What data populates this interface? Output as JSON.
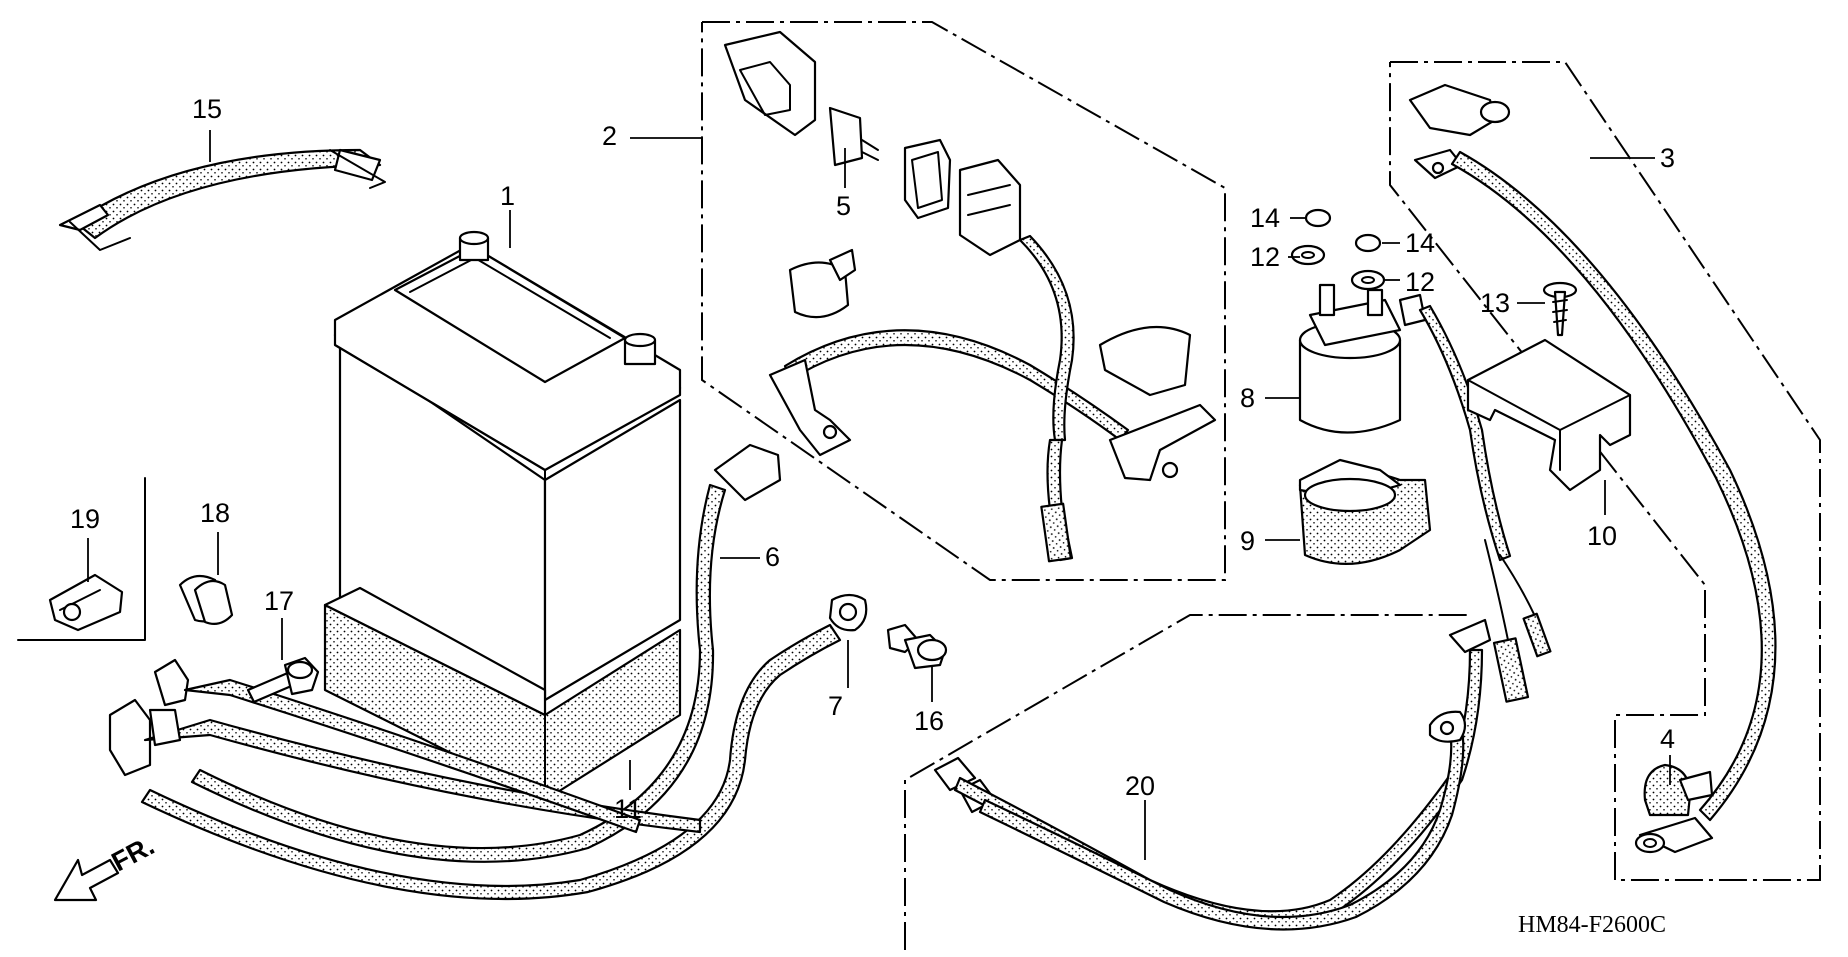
{
  "callouts": [
    {
      "id": "c1",
      "text": "1"
    },
    {
      "id": "c2",
      "text": "2"
    },
    {
      "id": "c3",
      "text": "3"
    },
    {
      "id": "c4",
      "text": "4"
    },
    {
      "id": "c5",
      "text": "5"
    },
    {
      "id": "c6",
      "text": "6"
    },
    {
      "id": "c7",
      "text": "7"
    },
    {
      "id": "c8",
      "text": "8"
    },
    {
      "id": "c9",
      "text": "9"
    },
    {
      "id": "c10",
      "text": "10"
    },
    {
      "id": "c11",
      "text": "11"
    },
    {
      "id": "c12a",
      "text": "12"
    },
    {
      "id": "c12b",
      "text": "12"
    },
    {
      "id": "c13",
      "text": "13"
    },
    {
      "id": "c14a",
      "text": "14"
    },
    {
      "id": "c14b",
      "text": "14"
    },
    {
      "id": "c15",
      "text": "15"
    },
    {
      "id": "c16",
      "text": "16"
    },
    {
      "id": "c17",
      "text": "17"
    },
    {
      "id": "c18",
      "text": "18"
    },
    {
      "id": "c19",
      "text": "19"
    },
    {
      "id": "c20",
      "text": "20"
    }
  ],
  "front_indicator": "FR.",
  "diagram_code": "HM84-F2600C"
}
